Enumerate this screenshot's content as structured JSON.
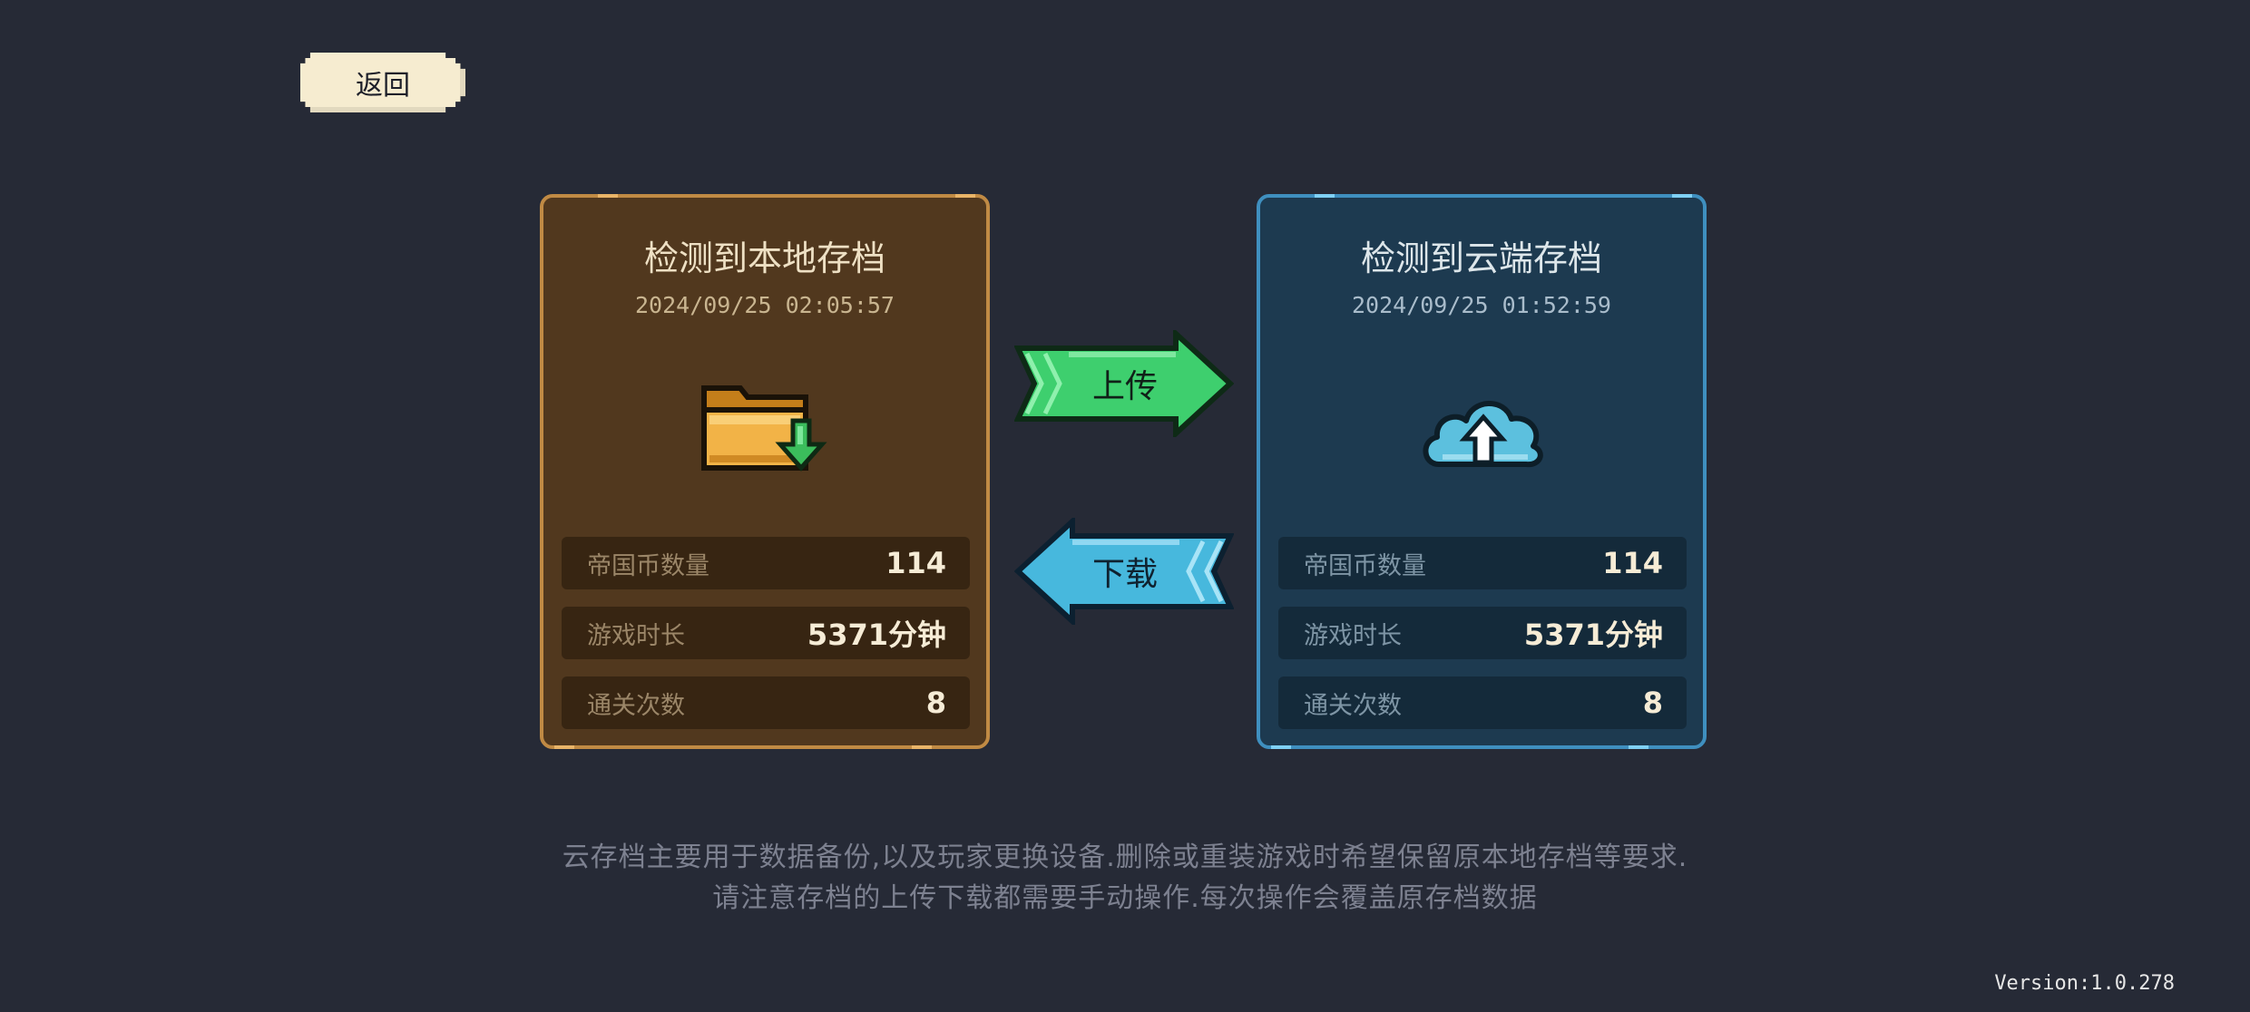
{
  "back_button": {
    "label": "返回"
  },
  "local_card": {
    "title": "检测到本地存档",
    "timestamp": "2024/09/25 02:05:57",
    "icon": "folder-download-icon",
    "stats": [
      {
        "label": "帝国币数量",
        "value": "114"
      },
      {
        "label": "游戏时长",
        "value": "5371分钟"
      },
      {
        "label": "通关次数",
        "value": "8"
      }
    ]
  },
  "cloud_card": {
    "title": "检测到云端存档",
    "timestamp": "2024/09/25 01:52:59",
    "icon": "cloud-upload-icon",
    "stats": [
      {
        "label": "帝国币数量",
        "value": "114"
      },
      {
        "label": "游戏时长",
        "value": "5371分钟"
      },
      {
        "label": "通关次数",
        "value": "8"
      }
    ]
  },
  "actions": {
    "upload_label": "上传",
    "download_label": "下载"
  },
  "notice": {
    "line1": "云存档主要用于数据备份,以及玩家更换设备.删除或重装游戏时希望保留原本地存档等要求.",
    "line2": "请注意存档的上传下载都需要手动操作.每次操作会覆盖原存档数据"
  },
  "version": "Version:1.0.278",
  "colors": {
    "background": "#262a36",
    "local_card": "#51381e",
    "cloud_card": "#1d3a50",
    "upload_arrow": "#3ecf6e",
    "download_arrow": "#47b8dd"
  }
}
